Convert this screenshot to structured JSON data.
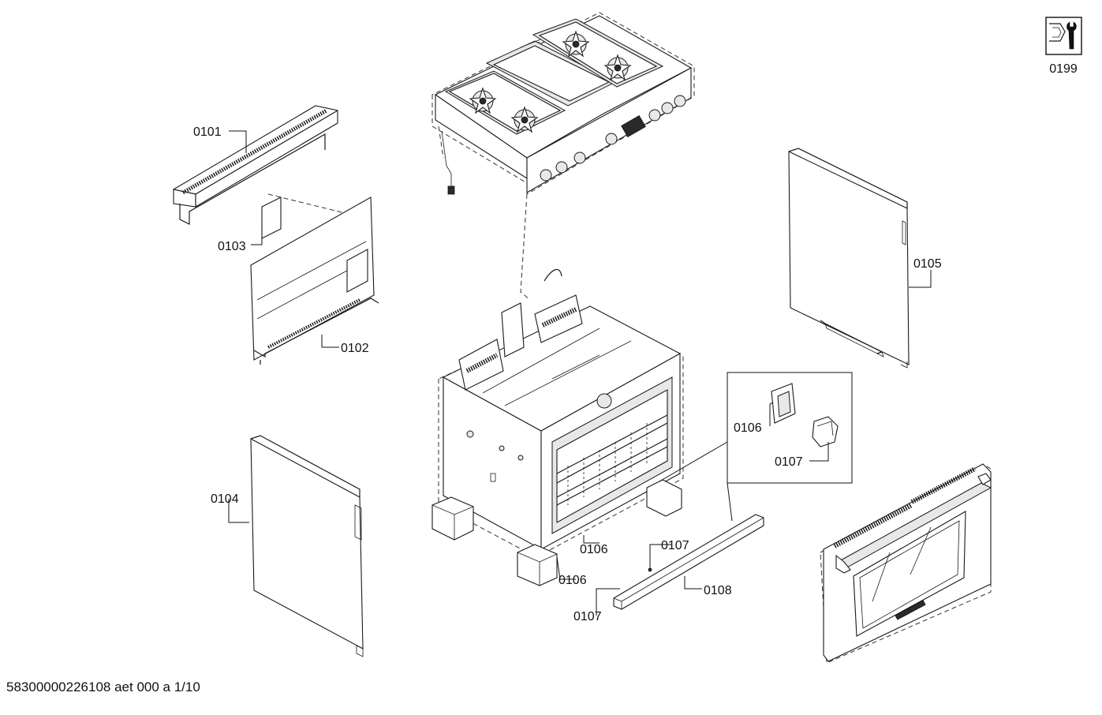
{
  "document": {
    "footer_code": "58300000226108 aet 000 a 1/10"
  },
  "service_badge": {
    "code": "0199",
    "icon": "service-wrench-icon"
  },
  "parts": {
    "p0101": "0101",
    "p0102": "0102",
    "p0103": "0103",
    "p0104": "0104",
    "p0105": "0105",
    "p0106_callout": "0106",
    "p0107_callout": "0107",
    "p0106_a": "0106",
    "p0106_b": "0106",
    "p0107_a": "0107",
    "p0107_b": "0107",
    "p0108": "0108"
  },
  "oven_door_brand_badge": "brand-badge-icon"
}
